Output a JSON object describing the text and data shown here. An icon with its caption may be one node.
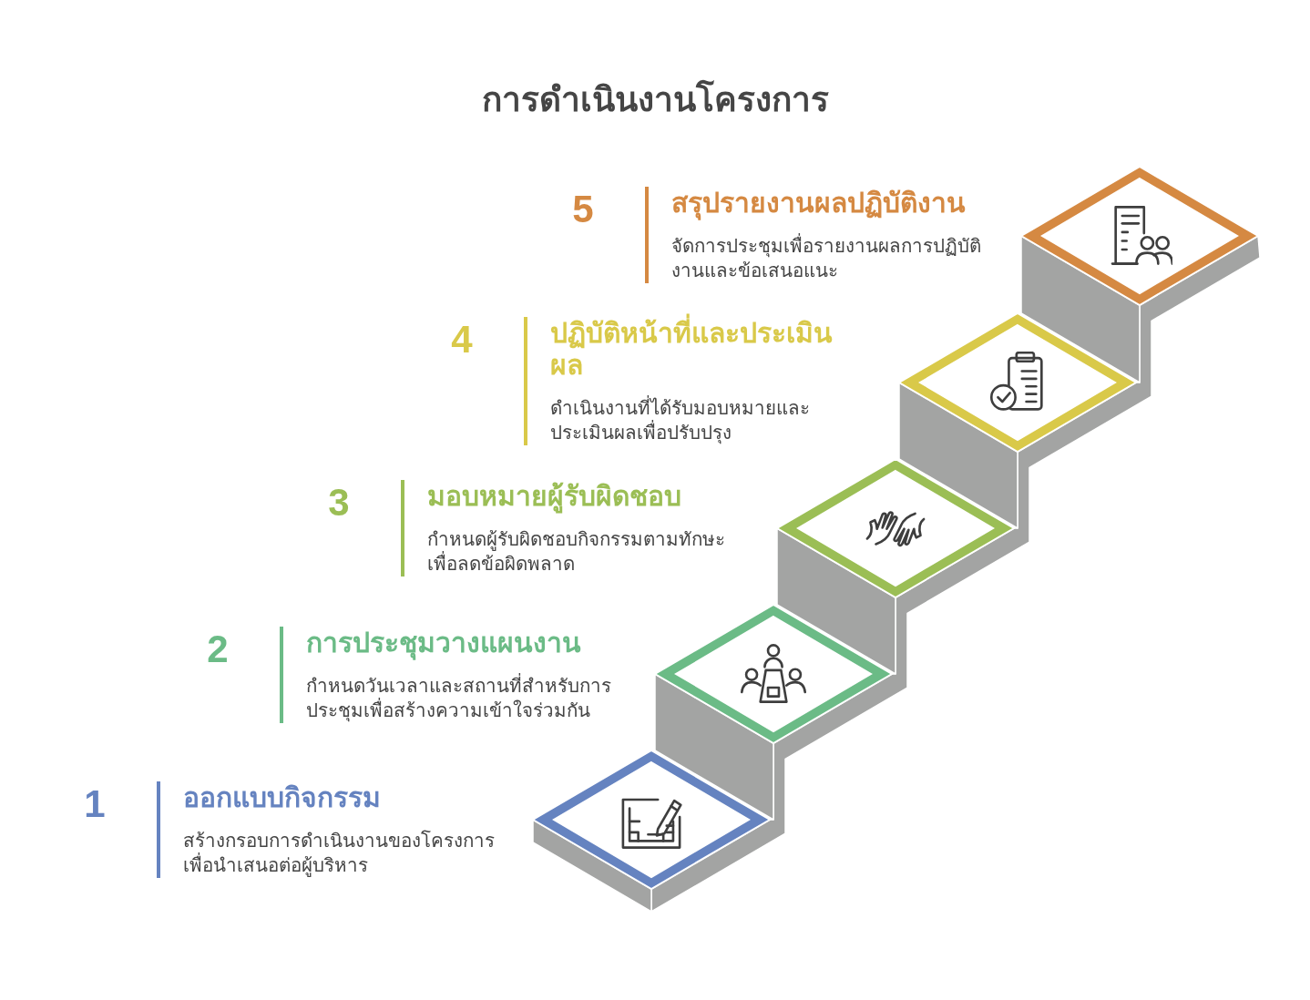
{
  "diagram": {
    "title": "การดำเนินงานโครงการ",
    "nodes": [
      {
        "text": [
          "สรุปรายงานผลปฏิบัติงาน",
          "จัดการประชุมเพื่อรายงานผลการปฏิบัติงานและข้อเสนอแนะ"
        ],
        "beside": [
          "5"
        ]
      },
      {
        "text": [
          "ปฏิบัติหน้าที่และประเมินผล",
          "ดำเนินงานที่ได้รับมอบหมายและประเมินผลเพื่อปรับปรุง"
        ],
        "beside": [
          "4"
        ]
      },
      {
        "text": [
          "มอบหมายผู้รับผิดชอบ",
          "กำหนดผู้รับผิดชอบกิจกรรมตามทักษะเพื่อลดข้อผิดพลาด"
        ],
        "beside": [
          "3"
        ]
      },
      {
        "text": [
          "การประชุมวางแผนงาน",
          "กำหนดวันเวลาและสถานที่สำหรับการประชุมเพื่อสร้างความเข้าใจร่วมกัน"
        ],
        "beside": [
          "2"
        ]
      },
      {
        "text": [
          "ออกแบบกิจกรรม",
          "สร้างกรอบการดำเนินงานของโครงการเพื่อนำเสนอต่อผู้บริหาร"
        ],
        "beside": [
          "1"
        ]
      }
    ]
  }
}
